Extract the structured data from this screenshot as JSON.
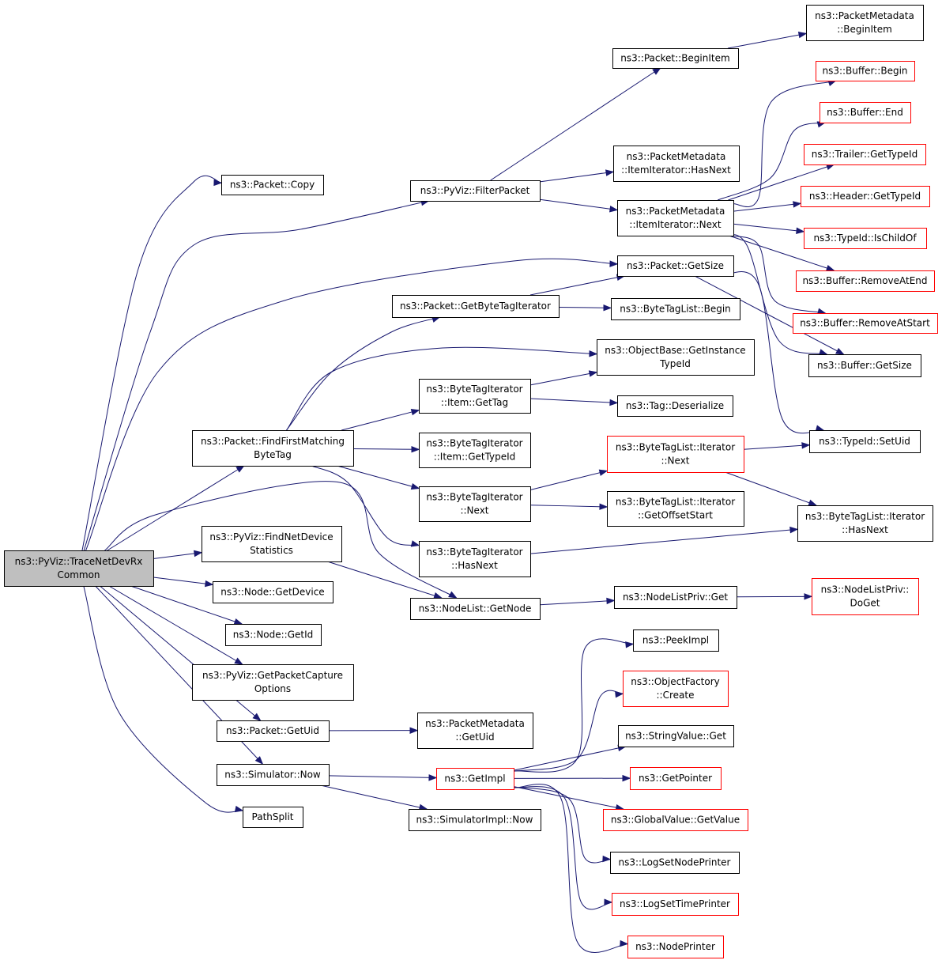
{
  "colors": {
    "edge": "#191970",
    "normal_border": "#000000",
    "external_border": "#ff0000",
    "root_fill": "#bfbfbf",
    "fill": "#ffffff"
  },
  "nodes": [
    {
      "id": "root",
      "lines": [
        "ns3::PyViz::TraceNetDevRx",
        "Common"
      ],
      "style": "root"
    },
    {
      "id": "copy",
      "lines": [
        "ns3::Packet::Copy"
      ],
      "style": "normal"
    },
    {
      "id": "filter",
      "lines": [
        "ns3::PyViz::FilterPacket"
      ],
      "style": "normal"
    },
    {
      "id": "beginitem",
      "lines": [
        "ns3::Packet::BeginItem"
      ],
      "style": "normal"
    },
    {
      "id": "pmbeginitem",
      "lines": [
        "ns3::PacketMetadata",
        "::BeginItem"
      ],
      "style": "normal"
    },
    {
      "id": "pmhasnext",
      "lines": [
        "ns3::PacketMetadata",
        "::ItemIterator::HasNext"
      ],
      "style": "normal"
    },
    {
      "id": "pmnext",
      "lines": [
        "ns3::PacketMetadata",
        "::ItemIterator::Next"
      ],
      "style": "normal"
    },
    {
      "id": "bufbegin",
      "lines": [
        "ns3::Buffer::Begin"
      ],
      "style": "external"
    },
    {
      "id": "bufend",
      "lines": [
        "ns3::Buffer::End"
      ],
      "style": "external"
    },
    {
      "id": "trailer",
      "lines": [
        "ns3::Trailer::GetTypeId"
      ],
      "style": "external"
    },
    {
      "id": "header",
      "lines": [
        "ns3::Header::GetTypeId"
      ],
      "style": "external"
    },
    {
      "id": "ischild",
      "lines": [
        "ns3::TypeId::IsChildOf"
      ],
      "style": "external"
    },
    {
      "id": "removeatend",
      "lines": [
        "ns3::Buffer::RemoveAtEnd"
      ],
      "style": "external"
    },
    {
      "id": "removeatstart",
      "lines": [
        "ns3::Buffer::RemoveAtStart"
      ],
      "style": "external"
    },
    {
      "id": "bufgetsize",
      "lines": [
        "ns3::Buffer::GetSize"
      ],
      "style": "normal"
    },
    {
      "id": "pktgetsize",
      "lines": [
        "ns3::Packet::GetSize"
      ],
      "style": "normal"
    },
    {
      "id": "getbytetagit",
      "lines": [
        "ns3::Packet::GetByteTagIterator"
      ],
      "style": "normal"
    },
    {
      "id": "btlbegin",
      "lines": [
        "ns3::ByteTagList::Begin"
      ],
      "style": "normal"
    },
    {
      "id": "objinst",
      "lines": [
        "ns3::ObjectBase::GetInstance",
        "TypeId"
      ],
      "style": "normal"
    },
    {
      "id": "itemgettag",
      "lines": [
        "ns3::ByteTagIterator",
        "::Item::GetTag"
      ],
      "style": "normal"
    },
    {
      "id": "tagdeser",
      "lines": [
        "ns3::Tag::Deserialize"
      ],
      "style": "normal"
    },
    {
      "id": "findfirst",
      "lines": [
        "ns3::Packet::FindFirstMatching",
        "ByteTag"
      ],
      "style": "normal"
    },
    {
      "id": "itemgettypeid",
      "lines": [
        "ns3::ByteTagIterator",
        "::Item::GetTypeId"
      ],
      "style": "normal"
    },
    {
      "id": "btlitnext",
      "lines": [
        "ns3::ByteTagList::Iterator",
        "::Next"
      ],
      "style": "external"
    },
    {
      "id": "setuid",
      "lines": [
        "ns3::TypeId::SetUid"
      ],
      "style": "normal"
    },
    {
      "id": "btinext",
      "lines": [
        "ns3::ByteTagIterator",
        "::Next"
      ],
      "style": "normal"
    },
    {
      "id": "btlitoffset",
      "lines": [
        "ns3::ByteTagList::Iterator",
        "::GetOffsetStart"
      ],
      "style": "normal"
    },
    {
      "id": "btlithasnext",
      "lines": [
        "ns3::ByteTagList::Iterator",
        "::HasNext"
      ],
      "style": "normal"
    },
    {
      "id": "finddev",
      "lines": [
        "ns3::PyViz::FindNetDevice",
        "Statistics"
      ],
      "style": "normal"
    },
    {
      "id": "btihasnext",
      "lines": [
        "ns3::ByteTagIterator",
        "::HasNext"
      ],
      "style": "normal"
    },
    {
      "id": "getdevice",
      "lines": [
        "ns3::Node::GetDevice"
      ],
      "style": "normal"
    },
    {
      "id": "getnode",
      "lines": [
        "ns3::NodeList::GetNode"
      ],
      "style": "normal"
    },
    {
      "id": "nlpget",
      "lines": [
        "ns3::NodeListPriv::Get"
      ],
      "style": "normal"
    },
    {
      "id": "nlpdoget",
      "lines": [
        "ns3::NodeListPriv::",
        "DoGet"
      ],
      "style": "external"
    },
    {
      "id": "getid",
      "lines": [
        "ns3::Node::GetId"
      ],
      "style": "normal"
    },
    {
      "id": "peekimpl",
      "lines": [
        "ns3::PeekImpl"
      ],
      "style": "normal"
    },
    {
      "id": "getpcap",
      "lines": [
        "ns3::PyViz::GetPacketCapture",
        "Options"
      ],
      "style": "normal"
    },
    {
      "id": "objfcreate",
      "lines": [
        "ns3::ObjectFactory",
        "::Create"
      ],
      "style": "external"
    },
    {
      "id": "getuid",
      "lines": [
        "ns3::Packet::GetUid"
      ],
      "style": "normal"
    },
    {
      "id": "pmgetuid",
      "lines": [
        "ns3::PacketMetadata",
        "::GetUid"
      ],
      "style": "normal"
    },
    {
      "id": "strget",
      "lines": [
        "ns3::StringValue::Get"
      ],
      "style": "normal"
    },
    {
      "id": "simnow",
      "lines": [
        "ns3::Simulator::Now"
      ],
      "style": "normal"
    },
    {
      "id": "getimpl",
      "lines": [
        "ns3::GetImpl"
      ],
      "style": "external"
    },
    {
      "id": "getpointer",
      "lines": [
        "ns3::GetPointer"
      ],
      "style": "external"
    },
    {
      "id": "gvgetvalue",
      "lines": [
        "ns3::GlobalValue::GetValue"
      ],
      "style": "external"
    },
    {
      "id": "pathsplit",
      "lines": [
        "PathSplit"
      ],
      "style": "normal"
    },
    {
      "id": "simimplnow",
      "lines": [
        "ns3::SimulatorImpl::Now"
      ],
      "style": "normal"
    },
    {
      "id": "lognode",
      "lines": [
        "ns3::LogSetNodePrinter"
      ],
      "style": "normal"
    },
    {
      "id": "logtime",
      "lines": [
        "ns3::LogSetTimePrinter"
      ],
      "style": "external"
    },
    {
      "id": "nodeprinter",
      "lines": [
        "ns3::NodePrinter"
      ],
      "style": "external"
    }
  ],
  "edges": [
    [
      "root",
      "copy"
    ],
    [
      "root",
      "filter"
    ],
    [
      "root",
      "pktgetsize"
    ],
    [
      "root",
      "findfirst"
    ],
    [
      "root",
      "getnode"
    ],
    [
      "root",
      "finddev"
    ],
    [
      "root",
      "getdevice"
    ],
    [
      "root",
      "getid"
    ],
    [
      "root",
      "getpcap"
    ],
    [
      "root",
      "getuid"
    ],
    [
      "root",
      "simnow"
    ],
    [
      "root",
      "pathsplit"
    ],
    [
      "filter",
      "beginitem"
    ],
    [
      "filter",
      "pmhasnext"
    ],
    [
      "filter",
      "pmnext"
    ],
    [
      "beginitem",
      "pmbeginitem"
    ],
    [
      "pmnext",
      "bufbegin"
    ],
    [
      "pmnext",
      "bufend"
    ],
    [
      "pmnext",
      "trailer"
    ],
    [
      "pmnext",
      "header"
    ],
    [
      "pmnext",
      "ischild"
    ],
    [
      "pmnext",
      "removeatend"
    ],
    [
      "pmnext",
      "removeatstart"
    ],
    [
      "pmnext",
      "bufgetsize"
    ],
    [
      "pktgetsize",
      "bufgetsize"
    ],
    [
      "pktgetsize",
      "setuid"
    ],
    [
      "getbytetagit",
      "pktgetsize"
    ],
    [
      "getbytetagit",
      "btlbegin"
    ],
    [
      "findfirst",
      "getbytetagit"
    ],
    [
      "findfirst",
      "objinst"
    ],
    [
      "findfirst",
      "itemgettag"
    ],
    [
      "findfirst",
      "itemgettypeid"
    ],
    [
      "findfirst",
      "btinext"
    ],
    [
      "findfirst",
      "btihasnext"
    ],
    [
      "itemgettag",
      "objinst"
    ],
    [
      "itemgettag",
      "tagdeser"
    ],
    [
      "btinext",
      "btlitnext"
    ],
    [
      "btinext",
      "btlitoffset"
    ],
    [
      "btlitnext",
      "setuid"
    ],
    [
      "btlitnext",
      "btlithasnext"
    ],
    [
      "btihasnext",
      "btlithasnext"
    ],
    [
      "finddev",
      "getnode"
    ],
    [
      "getnode",
      "nlpget"
    ],
    [
      "nlpget",
      "nlpdoget"
    ],
    [
      "getuid",
      "pmgetuid"
    ],
    [
      "simnow",
      "getimpl"
    ],
    [
      "simnow",
      "simimplnow"
    ],
    [
      "getimpl",
      "peekimpl"
    ],
    [
      "getimpl",
      "objfcreate"
    ],
    [
      "getimpl",
      "strget"
    ],
    [
      "getimpl",
      "getpointer"
    ],
    [
      "getimpl",
      "gvgetvalue"
    ],
    [
      "getimpl",
      "lognode"
    ],
    [
      "getimpl",
      "logtime"
    ],
    [
      "getimpl",
      "nodeprinter"
    ]
  ]
}
